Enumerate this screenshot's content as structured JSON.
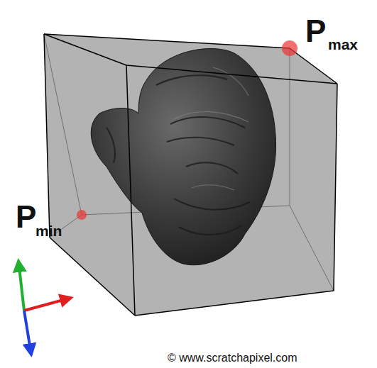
{
  "diagram": {
    "labels": [
      "P",
      "max",
      "P",
      "min",
      "© www.scratchapixel.com"
    ]
  }
}
